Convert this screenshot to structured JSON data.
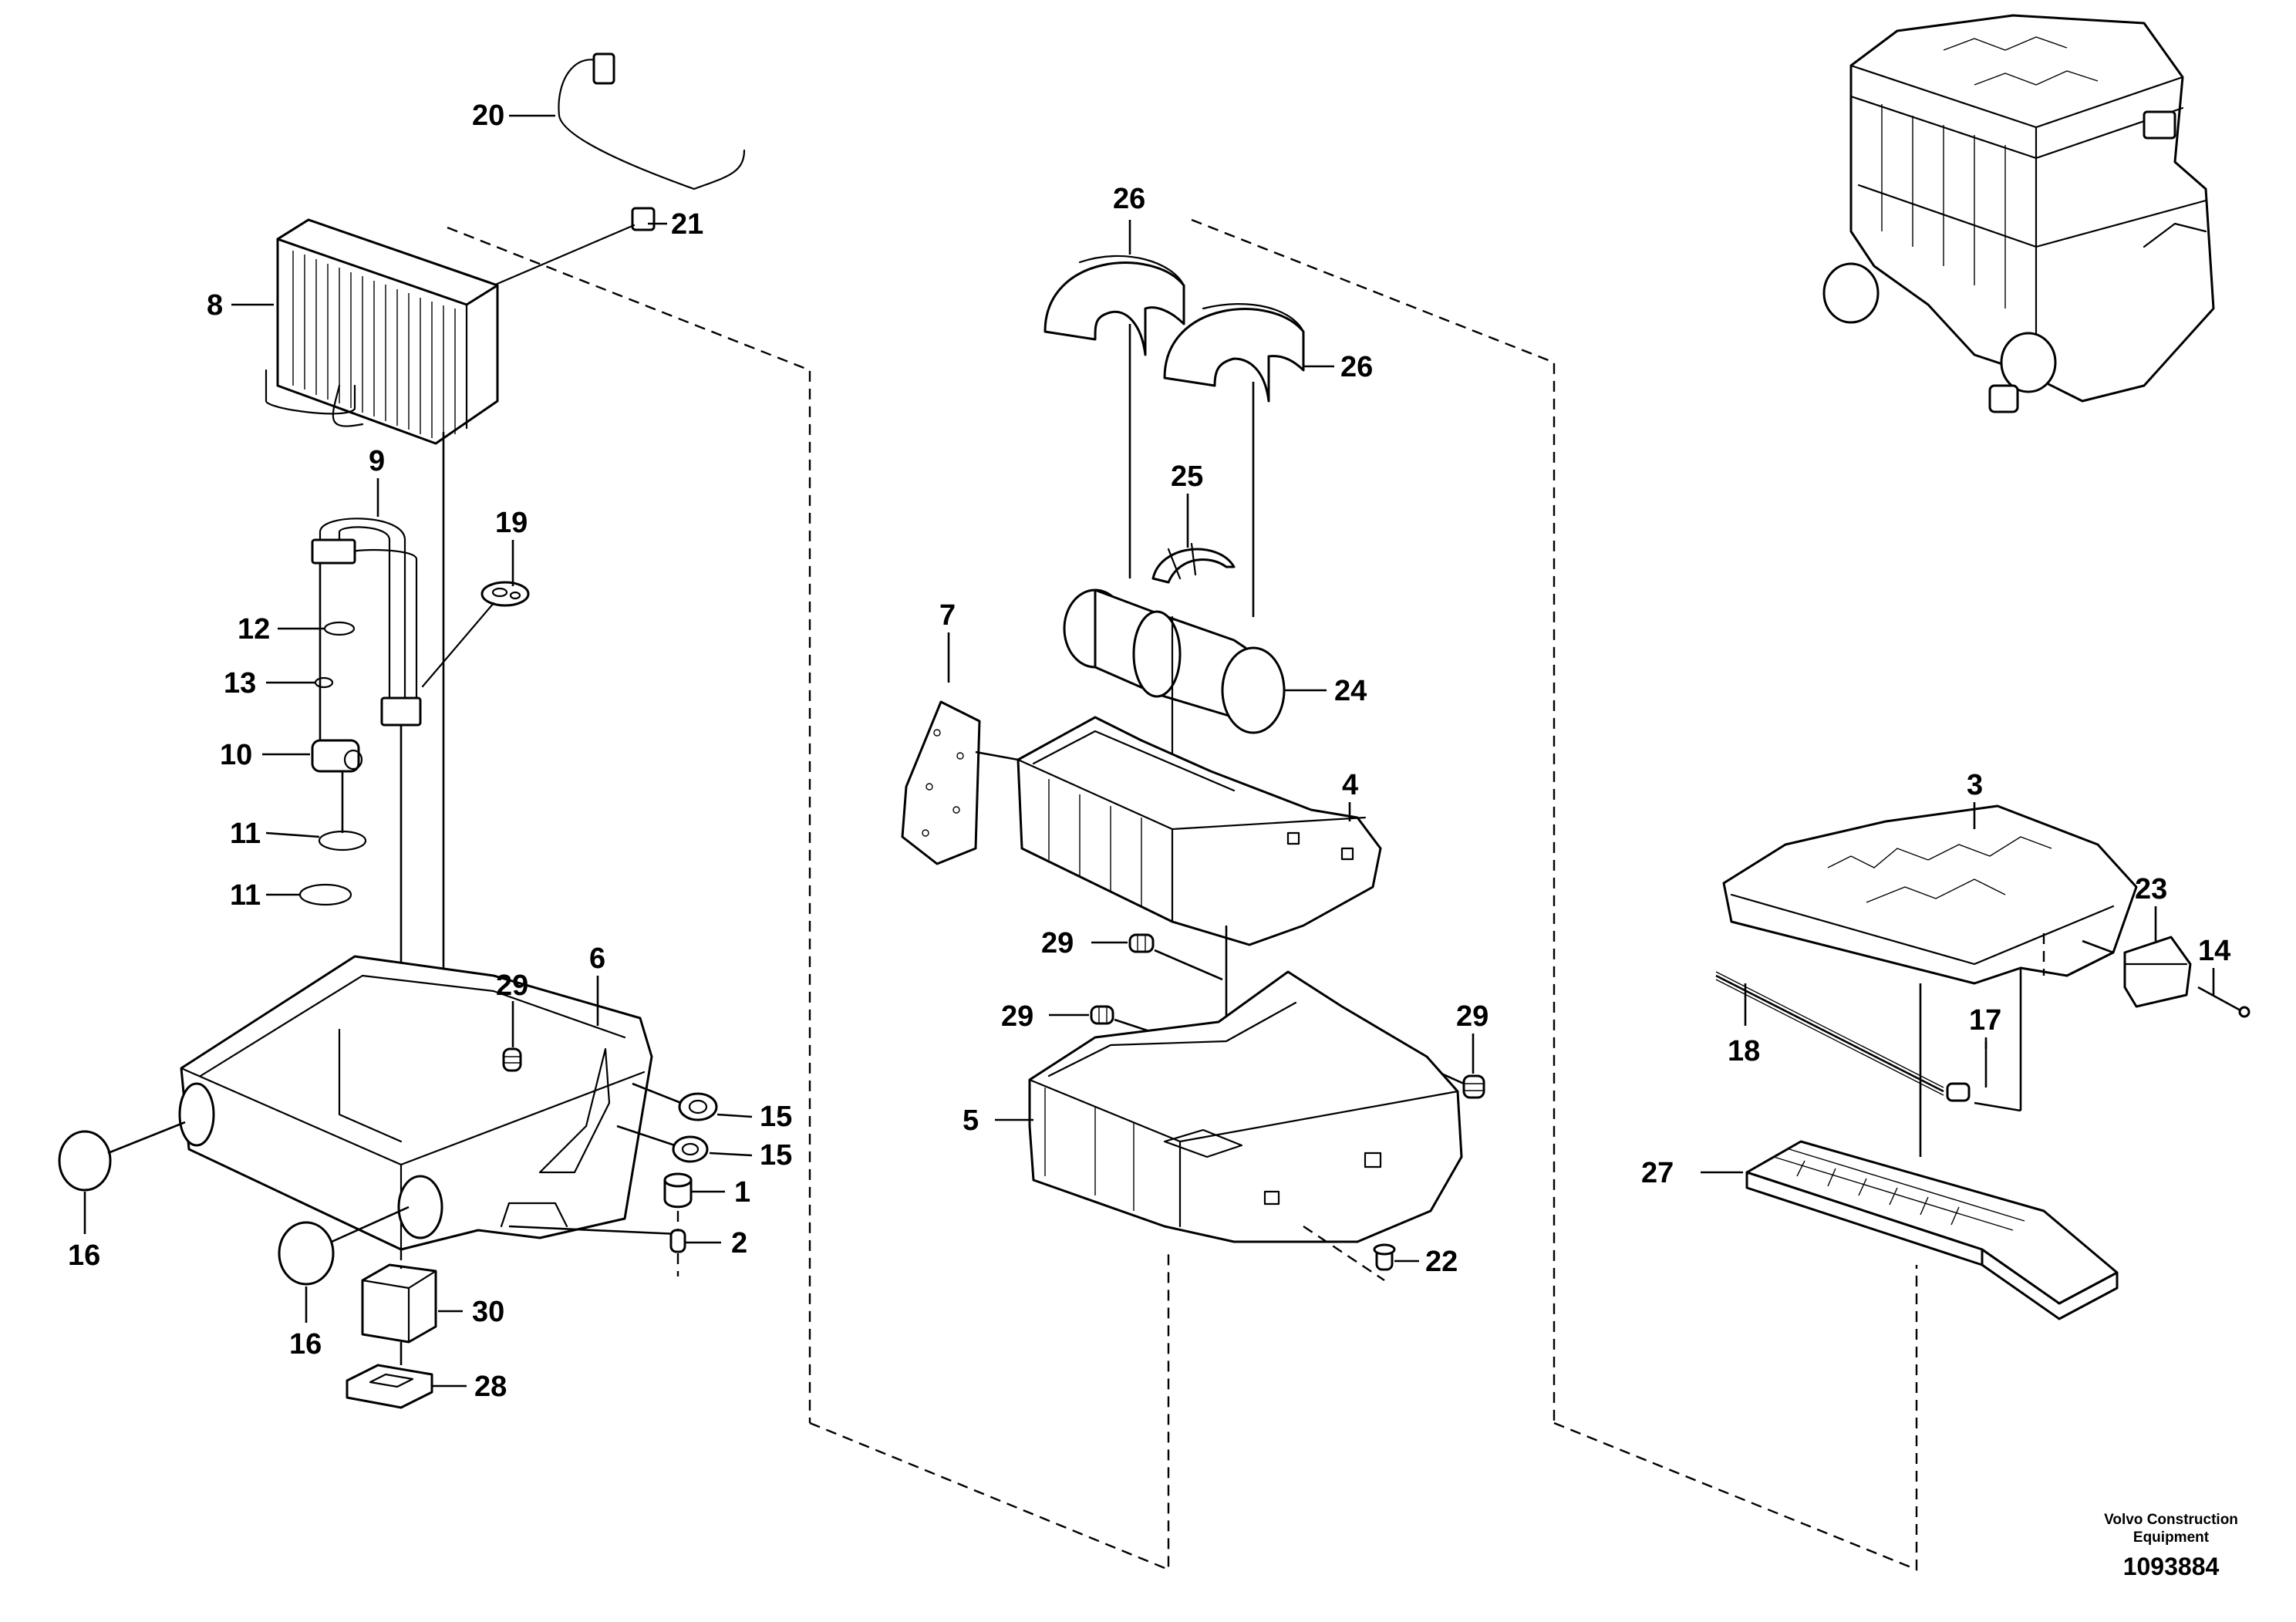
{
  "callouts": {
    "c1": "1",
    "c2": "2",
    "c3": "3",
    "c4": "4",
    "c5": "5",
    "c6": "6",
    "c7": "7",
    "c8": "8",
    "c9": "9",
    "c10": "10",
    "c11a": "11",
    "c11b": "11",
    "c12": "12",
    "c13": "13",
    "c14": "14",
    "c15a": "15",
    "c15b": "15",
    "c16a": "16",
    "c16b": "16",
    "c17": "17",
    "c18": "18",
    "c19": "19",
    "c20": "20",
    "c21": "21",
    "c22": "22",
    "c23": "23",
    "c24": "24",
    "c25": "25",
    "c26a": "26",
    "c26b": "26",
    "c27": "27",
    "c28": "28",
    "c29a": "29",
    "c29b": "29",
    "c29c": "29",
    "c29d": "29",
    "c30": "30"
  },
  "footer": {
    "brand_line1": "Volvo Construction",
    "brand_line2": "Equipment",
    "document_number": "1093884"
  }
}
